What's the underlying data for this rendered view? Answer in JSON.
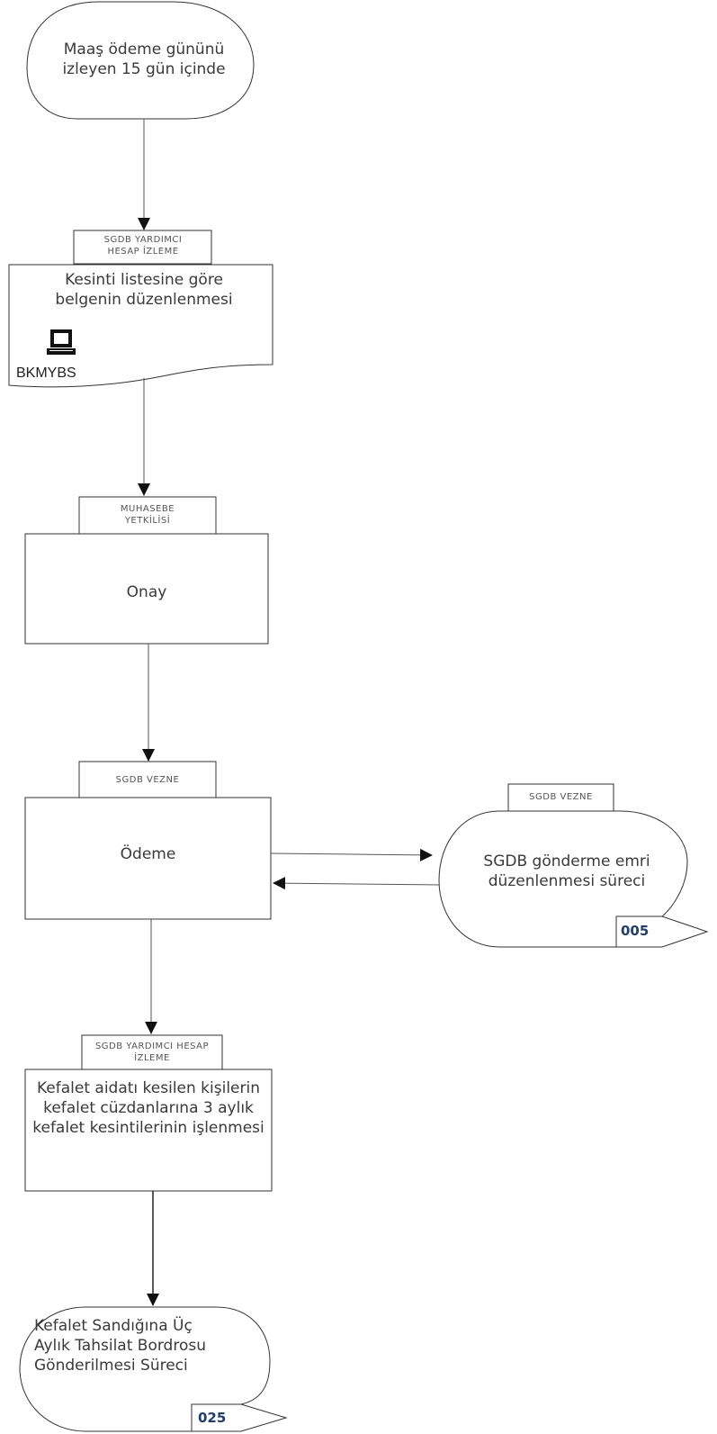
{
  "nodes": {
    "start": {
      "text": "Maaş ödeme gününü izleyen 15 gün içinde"
    },
    "step1": {
      "tag": "SGDB YARDIMCI HESAP İZLEME",
      "text": "Kesinti listesine göre belgenin düzenlenmesi",
      "system_label": "BKMYBS",
      "system_icon": "computer-icon"
    },
    "step2": {
      "tag": "MUHASEBE YETKİLİSİ",
      "text": "Onay"
    },
    "step3": {
      "tag": "SGDB VEZNE",
      "text": "Ödeme"
    },
    "sub_process": {
      "tag": "SGDB VEZNE",
      "text": "SGDB gönderme emri düzenlenmesi süreci",
      "ref": "005"
    },
    "step4": {
      "tag": "SGDB YARDIMCI HESAP İZLEME",
      "text": "Kefalet aidatı kesilen kişilerin kefalet cüzdanlarına 3 aylık kefalet kesintilerinin işlenmesi"
    },
    "end": {
      "text": "Kefalet Sandığına Üç Aylık Tahsilat Bordrosu Gönderilmesi Süreci",
      "ref": "025"
    }
  },
  "colors": {
    "stroke": "#333333",
    "text": "#3a3a3a",
    "ref_text": "#1f3f6e"
  }
}
